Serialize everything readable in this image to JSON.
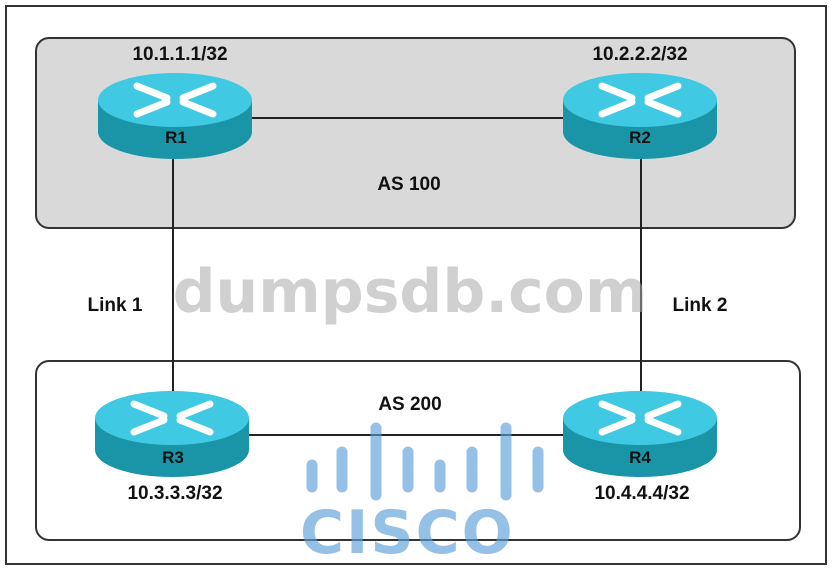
{
  "autonomous_systems": [
    {
      "label": "AS 100"
    },
    {
      "label": "AS 200"
    }
  ],
  "routers": [
    {
      "name": "R1",
      "address": "10.1.1.1/32"
    },
    {
      "name": "R2",
      "address": "10.2.2.2/32"
    },
    {
      "name": "R3",
      "address": "10.3.3.3/32"
    },
    {
      "name": "R4",
      "address": "10.4.4.4/32"
    }
  ],
  "links": [
    {
      "label": "Link 1"
    },
    {
      "label": "Link 2"
    }
  ],
  "watermark": "dumpsdb.com",
  "logo": "CISCO",
  "colors": {
    "router_top": "#3fc9e2",
    "router_body": "#1a95a8",
    "as100_fill": "#d9d9d9",
    "logo": "#5aa0d7"
  }
}
